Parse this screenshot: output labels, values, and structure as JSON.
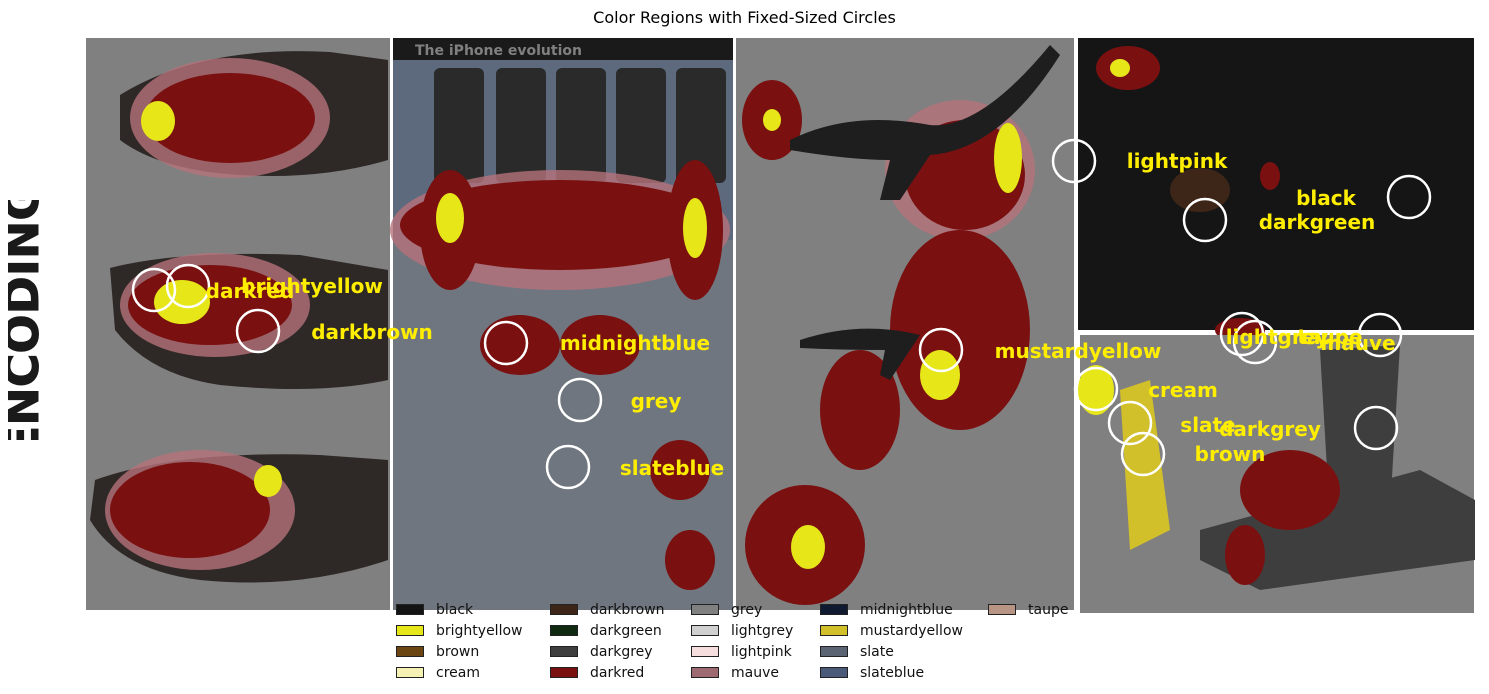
{
  "title": "Color Regions with Fixed-Sized Circles",
  "side_label": "ENCODING",
  "panels": [
    {
      "id": "dino-skulls",
      "image_text": ""
    },
    {
      "id": "iphone",
      "image_text": "The iPhone evolution"
    },
    {
      "id": "dinos",
      "image_text": ""
    },
    {
      "id": "dark",
      "image_text": ""
    },
    {
      "id": "laptop",
      "image_text": ""
    }
  ],
  "annotations": [
    {
      "label": "brightyellow"
    },
    {
      "label": "darkred"
    },
    {
      "label": "darkbrown"
    },
    {
      "label": "midnightblue"
    },
    {
      "label": "grey"
    },
    {
      "label": "slateblue"
    },
    {
      "label": "mustardyellow"
    },
    {
      "label": "lightpink"
    },
    {
      "label": "black"
    },
    {
      "label": "darkgreen"
    },
    {
      "label": "lightgrey"
    },
    {
      "label": "taupe"
    },
    {
      "label": "mauve"
    },
    {
      "label": "cream"
    },
    {
      "label": "slate"
    },
    {
      "label": "darkgrey"
    },
    {
      "label": "brown"
    }
  ],
  "legend": [
    {
      "label": "black",
      "color": "#141414"
    },
    {
      "label": "brightyellow",
      "color": "#e6e619"
    },
    {
      "label": "brown",
      "color": "#6b4512"
    },
    {
      "label": "cream",
      "color": "#f5f0b4"
    },
    {
      "label": "darkbrown",
      "color": "#3d2618"
    },
    {
      "label": "darkgreen",
      "color": "#0f2a10"
    },
    {
      "label": "darkgrey",
      "color": "#3e3e3e"
    },
    {
      "label": "darkred",
      "color": "#7a1010"
    },
    {
      "label": "grey",
      "color": "#808080"
    },
    {
      "label": "lightgrey",
      "color": "#d0d0d0"
    },
    {
      "label": "lightpink",
      "color": "#f6dede"
    },
    {
      "label": "mauve",
      "color": "#9e6a72"
    },
    {
      "label": "midnightblue",
      "color": "#0f1a30"
    },
    {
      "label": "mustardyellow",
      "color": "#d2c02a"
    },
    {
      "label": "slate",
      "color": "#5a6472"
    },
    {
      "label": "slateblue",
      "color": "#4a5a78"
    },
    {
      "label": "taupe",
      "color": "#b89484"
    }
  ],
  "colors": {
    "annotation_text": "#ffee00",
    "circle": "#ffffff",
    "heat_red": "#7a1010",
    "heat_pink": "#b5727a",
    "heat_yellow": "#e6e619"
  }
}
